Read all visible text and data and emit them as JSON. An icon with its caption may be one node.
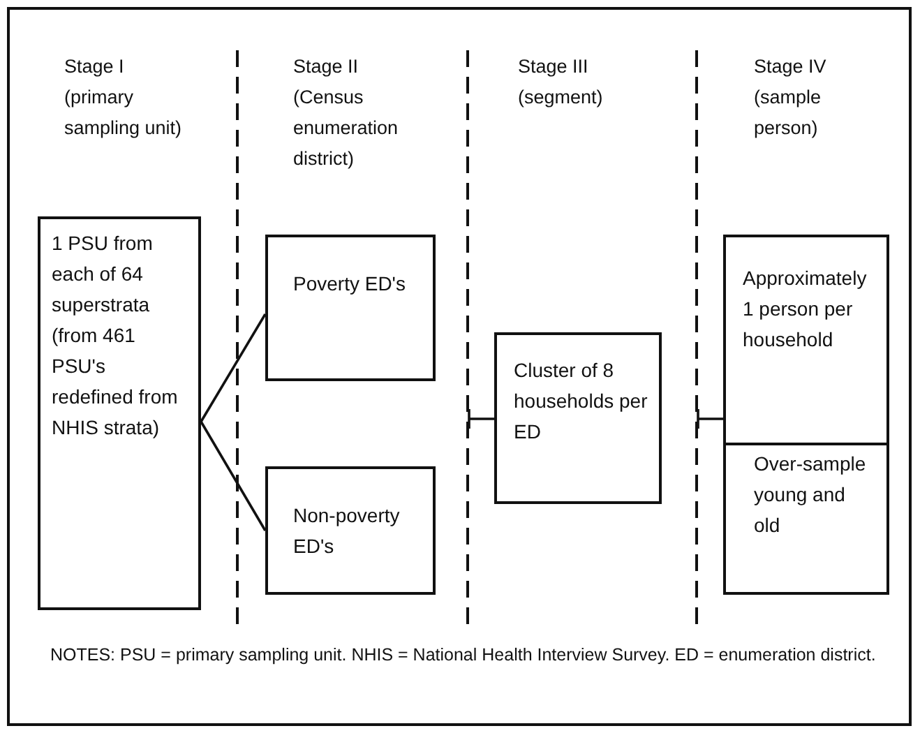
{
  "diagram": {
    "caption": "NOTES: PSU = primary sampling unit. NHIS = National Health Interview Survey. ED = enumeration district.",
    "nodes": [
      {
        "text": [
          "1 PSU from each of 64 superstrata (from 461 PSU's redefined from NHIS strata)"
        ]
      },
      {
        "text": [
          "Poverty ED's"
        ]
      },
      {
        "text": [
          "Non-poverty ED's"
        ]
      },
      {
        "text": [
          "Cluster of 8 households per ED"
        ]
      },
      {
        "text": [
          "Approximately 1 person per household"
        ]
      },
      {
        "text": [
          "Over-sample young and old"
        ]
      }
    ],
    "edges": [
      {
        "from": 0,
        "to": 1,
        "arrow": "none"
      },
      {
        "from": 0,
        "to": 2,
        "arrow": "none"
      },
      {
        "from": null,
        "to": 3,
        "arrow": "none"
      },
      {
        "from": null,
        "to": 4,
        "arrow": "none"
      }
    ],
    "labels": [
      "Stage I (primary sampling unit)",
      "Stage II (Census enumeration district)",
      "Stage III (segment)",
      "Stage IV (sample person)"
    ]
  }
}
